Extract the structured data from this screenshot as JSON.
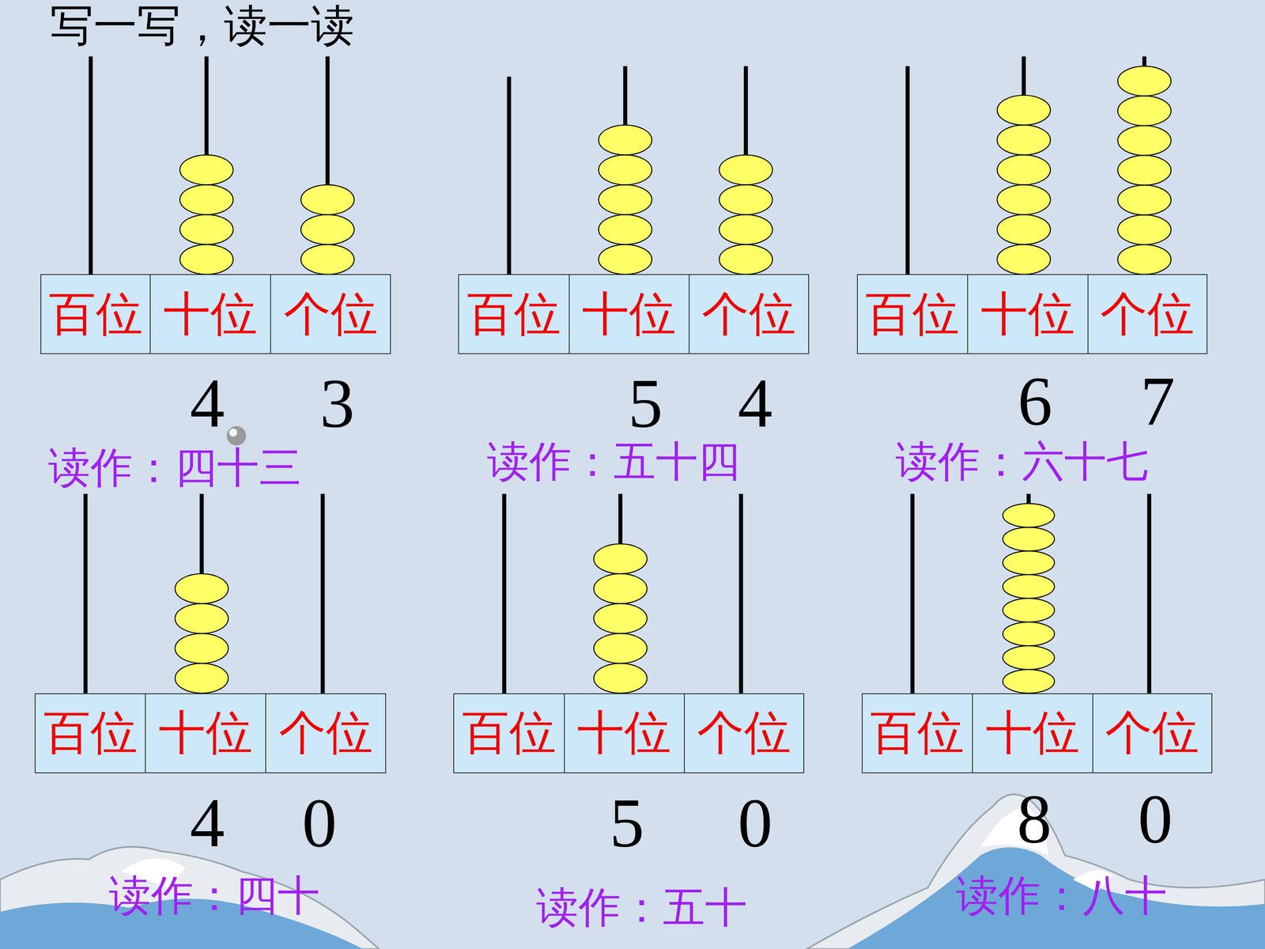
{
  "diagram": {
    "title": "写一写，读一读",
    "nodes": [
      {
        "text": [
          "百位"
        ]
      },
      {
        "text": [
          "十位"
        ]
      },
      {
        "text": [
          "个位"
        ]
      },
      {
        "text": [
          "百位"
        ]
      },
      {
        "text": [
          "十位"
        ]
      },
      {
        "text": [
          "个位"
        ]
      },
      {
        "text": [
          "百位"
        ]
      },
      {
        "text": [
          "十位"
        ]
      },
      {
        "text": [
          "个位"
        ]
      },
      {
        "text": [
          "百位"
        ]
      },
      {
        "text": [
          "十位"
        ]
      },
      {
        "text": [
          "个位"
        ]
      },
      {
        "text": [
          "百位"
        ]
      },
      {
        "text": [
          "十位"
        ]
      },
      {
        "text": [
          "个位"
        ]
      },
      {
        "text": [
          "百位"
        ]
      },
      {
        "text": [
          "十位"
        ]
      },
      {
        "text": [
          "个位"
        ]
      }
    ],
    "labels": [
      "4",
      "3",
      "读作：四十三",
      "5",
      "4",
      "读作：五十四",
      "6",
      "7",
      "读作：六十七",
      "4",
      "0",
      "读作：四十",
      "5",
      "0",
      "读作：五十",
      "8",
      "0",
      "读作：八十"
    ]
  }
}
